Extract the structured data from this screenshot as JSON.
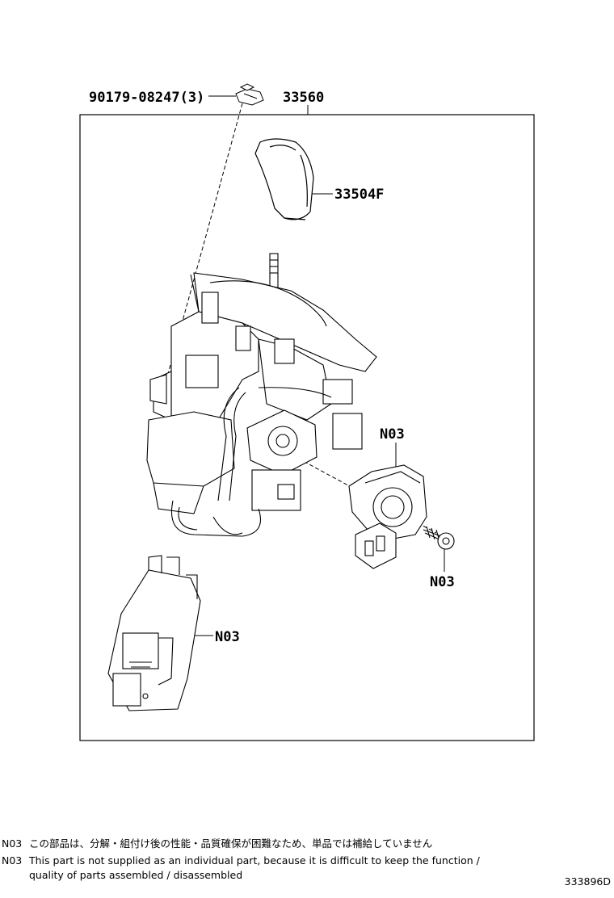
{
  "callouts": {
    "bolt": "90179-08247(3)",
    "assembly": "33560",
    "knob": "33504F",
    "sensor_label": "N03",
    "screw_label": "N03",
    "module_label": "N03"
  },
  "notes": [
    {
      "code": "N03",
      "text": "この部品は、分解・組付け後の性能・品質確保が困難なため、単品では補給していません"
    },
    {
      "code": "N03",
      "text": "This part is not supplied as an individual part, because it is difficult to keep the function /",
      "continuation": "quality of parts assembled / disassembled"
    }
  ],
  "reference_id": "333896D"
}
